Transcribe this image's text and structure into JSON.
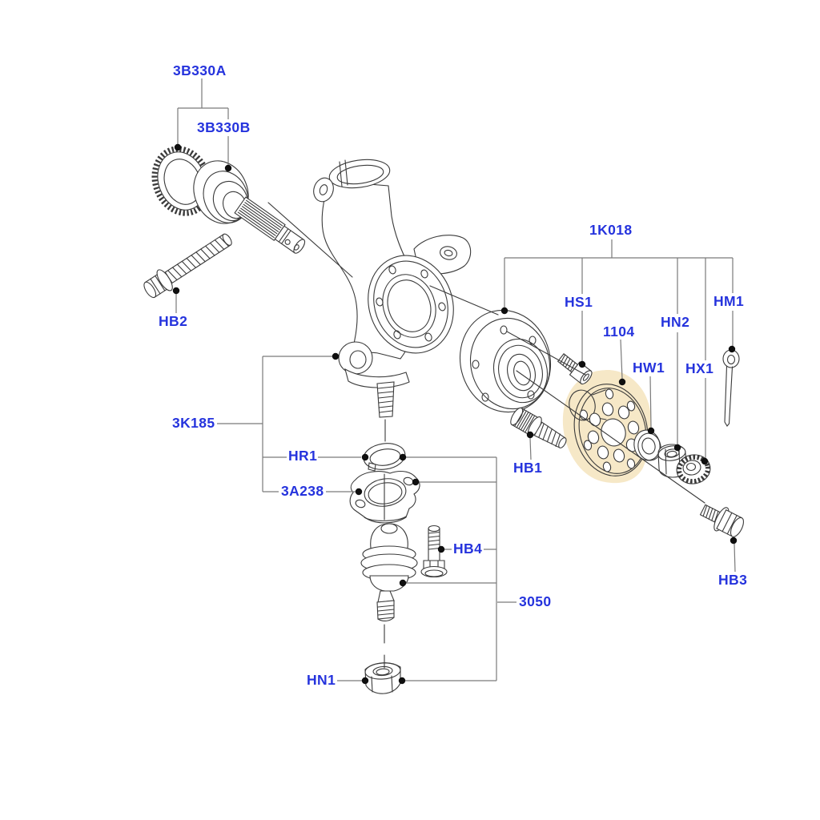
{
  "colors": {
    "background": "#ffffff",
    "label": "#2533dd",
    "part_line": "#3a3a3a",
    "leader_line": "#7a7a7a",
    "dot": "#0f0f0f",
    "highlight": "#f6e8c7"
  },
  "labels": {
    "b3330a": "3B330A",
    "b3330b": "3B330B",
    "hb2": "HB2",
    "k3185": "3K185",
    "hr1": "HR1",
    "a3238": "3A238",
    "hb4": "HB4",
    "p3050": "3050",
    "hn1": "HN1",
    "k1018": "1K018",
    "hs1": "HS1",
    "p1104": "1104",
    "hn2": "HN2",
    "hw1": "HW1",
    "hx1": "HX1",
    "hm1": "HM1",
    "hb1": "HB1",
    "hb3": "HB3"
  }
}
